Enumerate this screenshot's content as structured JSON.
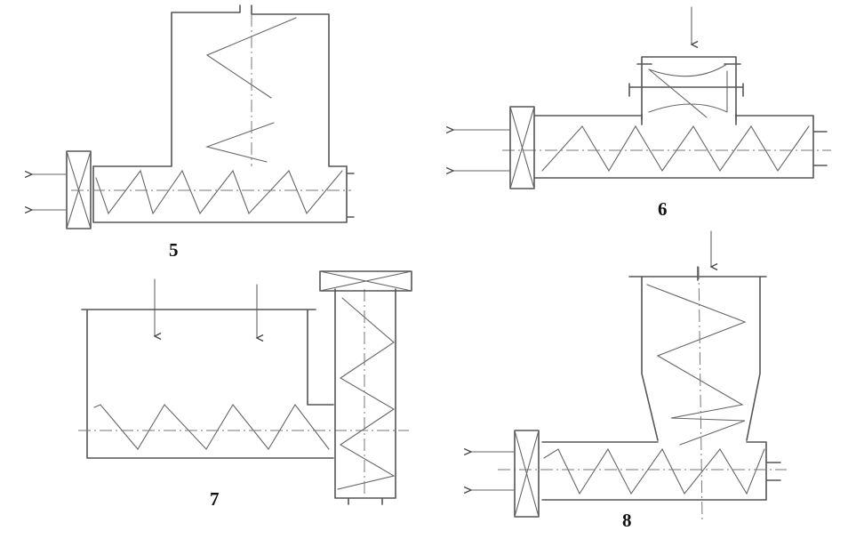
{
  "figures": [
    {
      "id": "fig5",
      "label": "5"
    },
    {
      "id": "fig6",
      "label": "6"
    },
    {
      "id": "fig7",
      "label": "7"
    },
    {
      "id": "fig8",
      "label": "8"
    }
  ]
}
